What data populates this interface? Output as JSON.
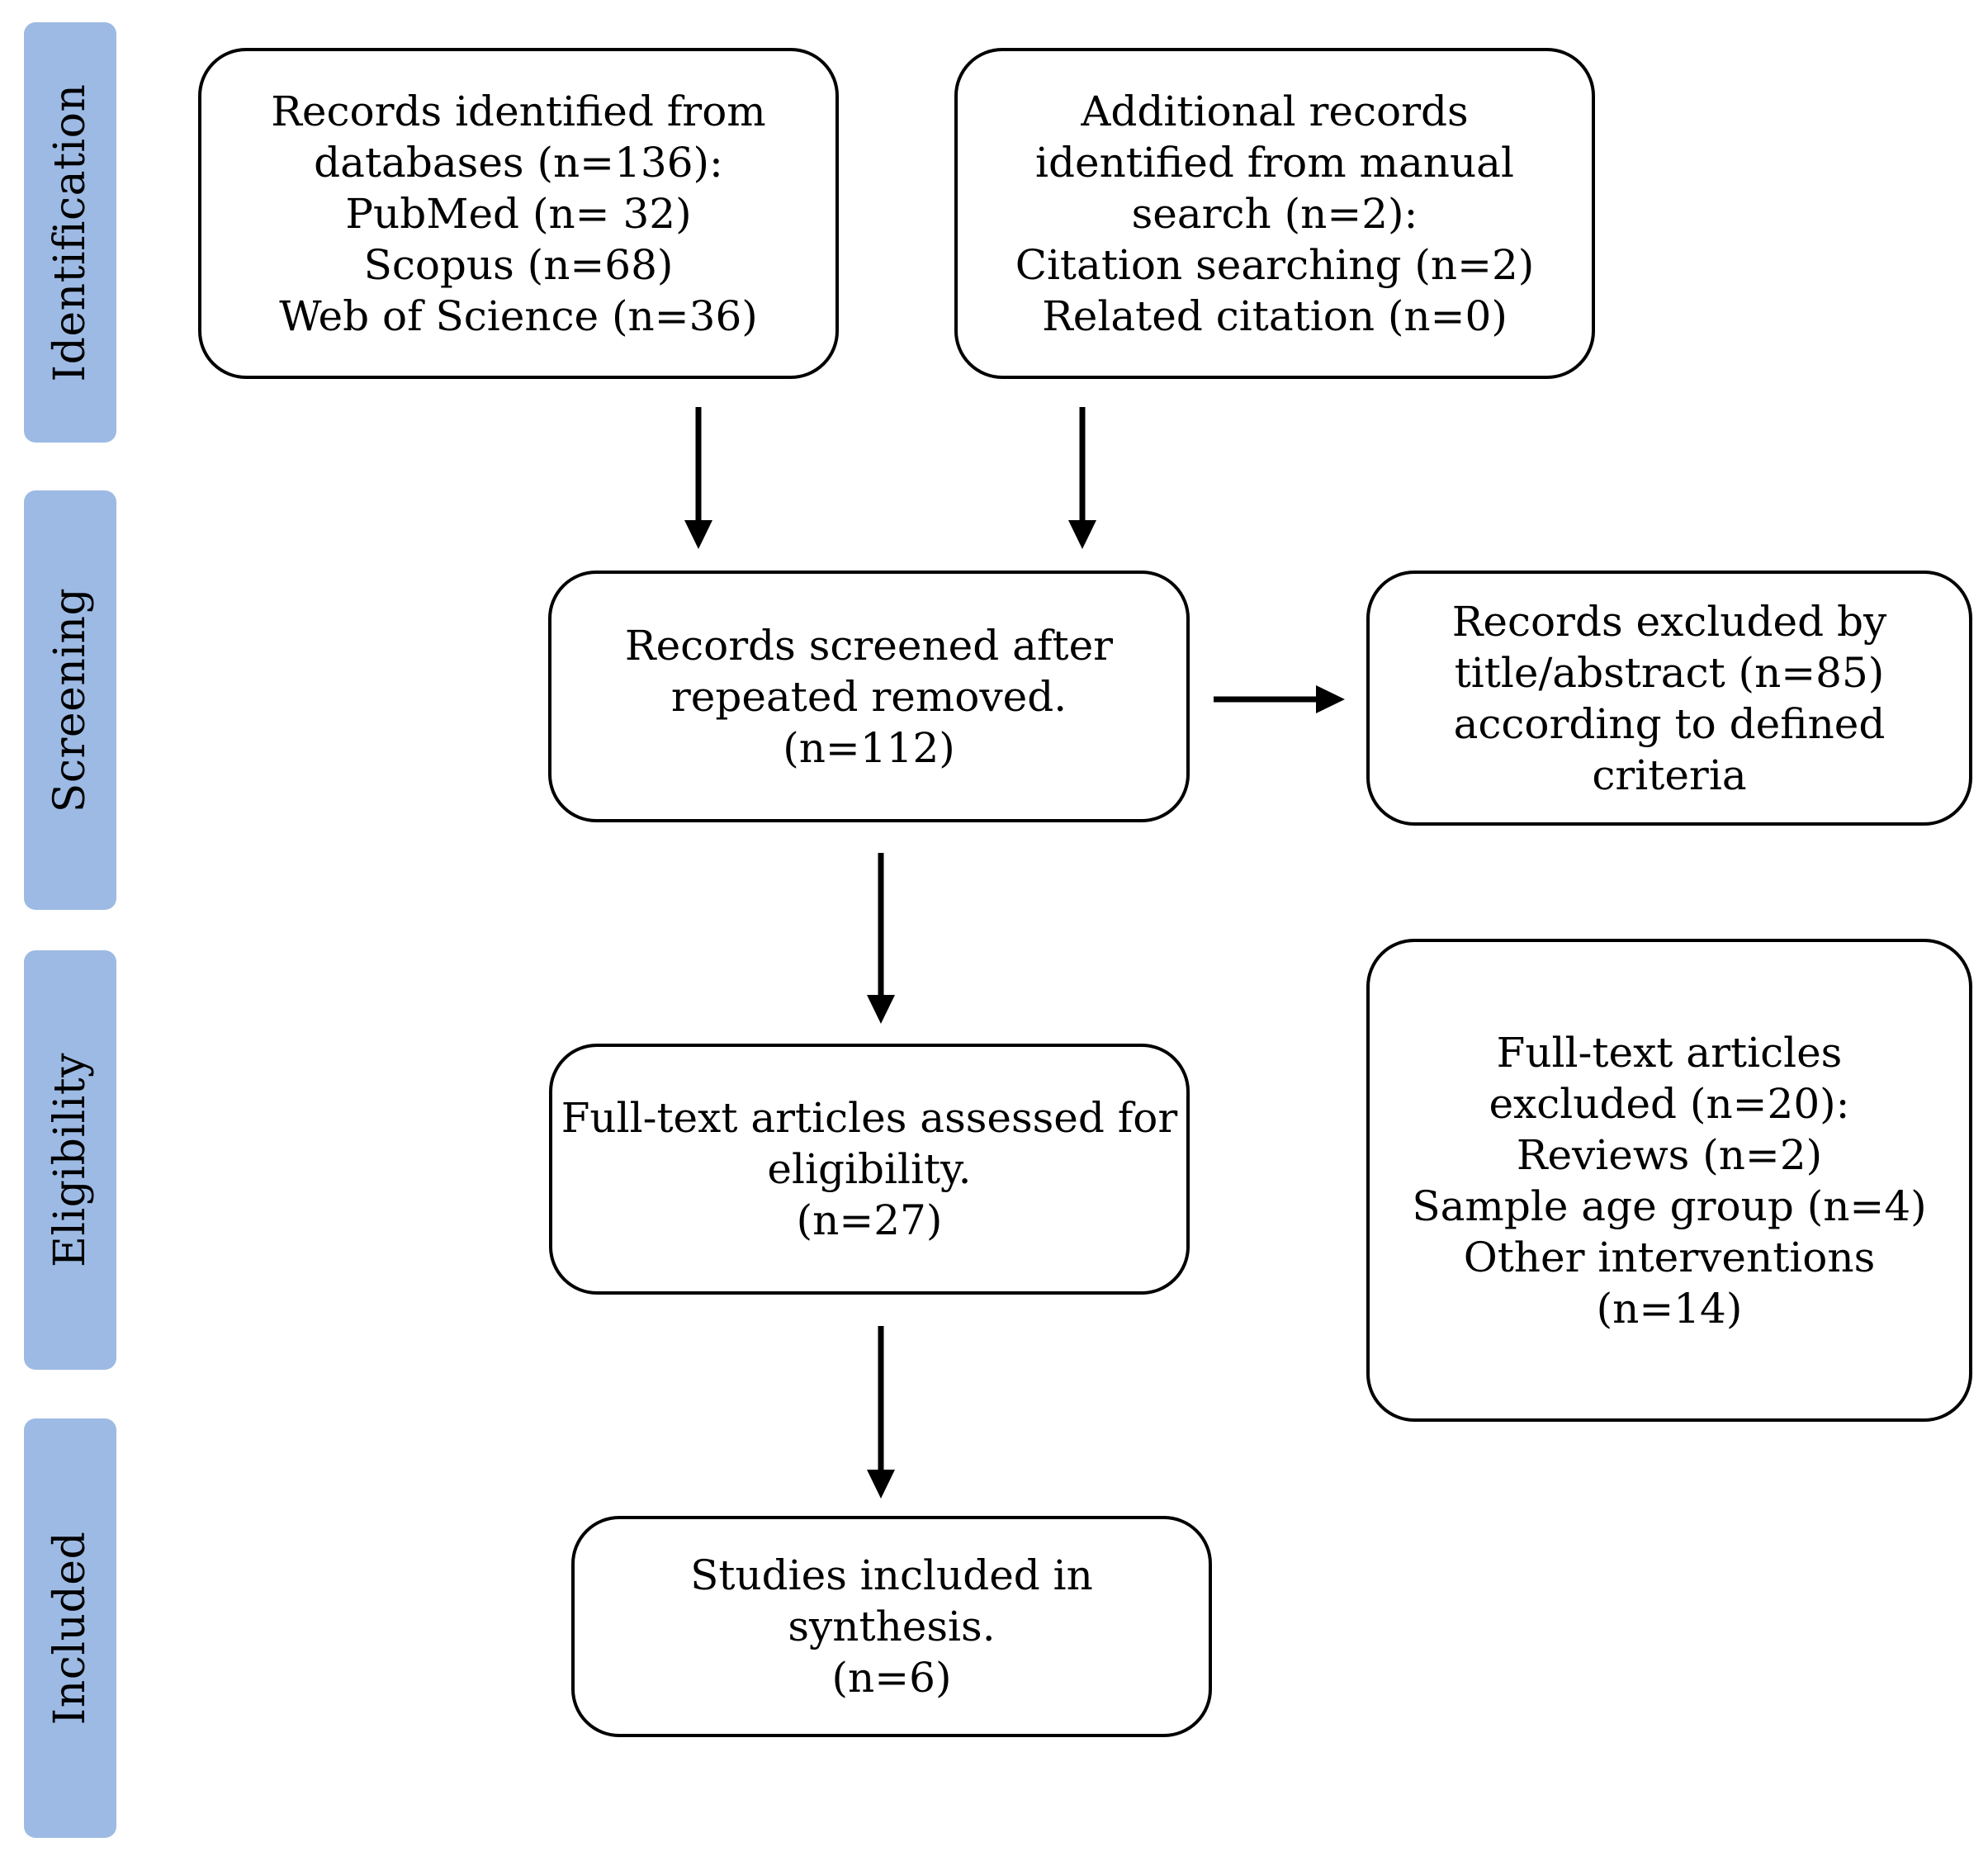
{
  "colors": {
    "stage_fill": "#9dbae4",
    "box_border": "#000000",
    "arrow": "#000000",
    "text": "#000000"
  },
  "stages": [
    {
      "id": "identification",
      "label": "Identification"
    },
    {
      "id": "screening",
      "label": "Screening"
    },
    {
      "id": "eligibility",
      "label": "Eligibility"
    },
    {
      "id": "included",
      "label": "Included"
    }
  ],
  "boxes": {
    "databases": {
      "lines": [
        "Records identified from",
        "databases (n=136):",
        "PubMed (n= 32)",
        "Scopus (n=68)",
        "Web of Science (n=36)"
      ]
    },
    "manual": {
      "lines": [
        "Additional records",
        "identified from manual",
        "search (n=2):",
        "Citation searching (n=2)",
        "Related citation (n=0)"
      ]
    },
    "screened": {
      "lines": [
        "Records screened after",
        "repeated removed.",
        "(n=112)"
      ]
    },
    "excluded_title": {
      "lines": [
        "Records excluded by",
        "title/abstract (n=85)",
        "according to defined",
        "criteria"
      ]
    },
    "fulltext": {
      "lines": [
        "Full-text articles assessed for",
        "eligibility.",
        "(n=27)"
      ]
    },
    "excluded_fulltext": {
      "lines": [
        "Full-text articles",
        "excluded (n=20):",
        "Reviews (n=2)",
        "Sample age group (n=4)",
        "Other interventions",
        "(n=14)"
      ]
    },
    "included": {
      "lines": [
        "Studies included in",
        "synthesis.",
        "(n=6)"
      ]
    }
  }
}
